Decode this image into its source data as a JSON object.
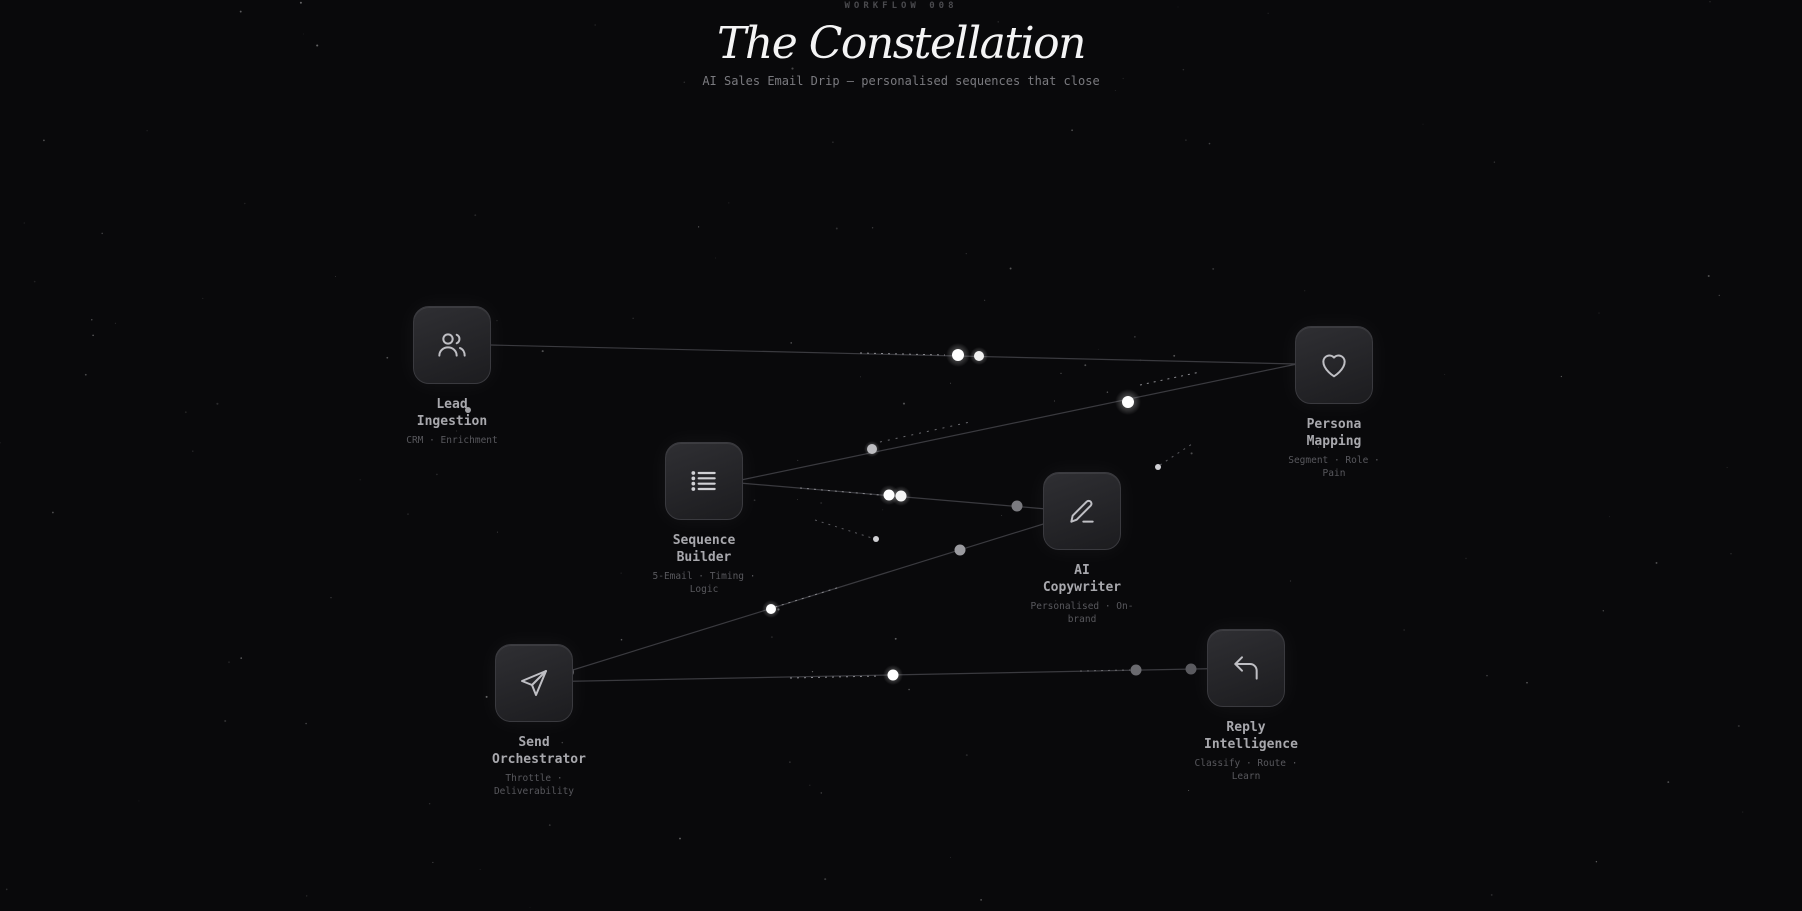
{
  "header": {
    "eyebrow": "WORKFLOW 008",
    "title": "The Constellation",
    "subtitle": "AI Sales Email Drip — personalised sequences that close"
  },
  "nodes": [
    {
      "id": "lead",
      "label": "Lead Ingestion",
      "sub": "CRM · Enrichment",
      "icon": "users-icon"
    },
    {
      "id": "persona",
      "label": "Persona Mapping",
      "sub": "Segment · Role · Pain",
      "icon": "heart-icon"
    },
    {
      "id": "sequence",
      "label": "Sequence Builder",
      "sub": "5-Email · Timing · Logic",
      "icon": "list-icon"
    },
    {
      "id": "copywriter",
      "label": "AI Copywriter",
      "sub": "Personalised · On-brand",
      "icon": "pen-icon"
    },
    {
      "id": "send",
      "label": "Send Orchestrator",
      "sub": "Throttle · Deliverability",
      "icon": "send-icon"
    },
    {
      "id": "reply",
      "label": "Reply Intelligence",
      "sub": "Classify · Route · Learn",
      "icon": "reply-icon"
    }
  ],
  "connections": [
    {
      "from": "lead",
      "to": "persona"
    },
    {
      "from": "persona",
      "to": "sequence"
    },
    {
      "from": "sequence",
      "to": "copywriter"
    },
    {
      "from": "copywriter",
      "to": "send"
    },
    {
      "from": "send",
      "to": "reply"
    }
  ],
  "colors": {
    "background": "#09090b",
    "node_fill": "#242428",
    "line": "#3a3a3f",
    "particle": "#ffffff"
  }
}
